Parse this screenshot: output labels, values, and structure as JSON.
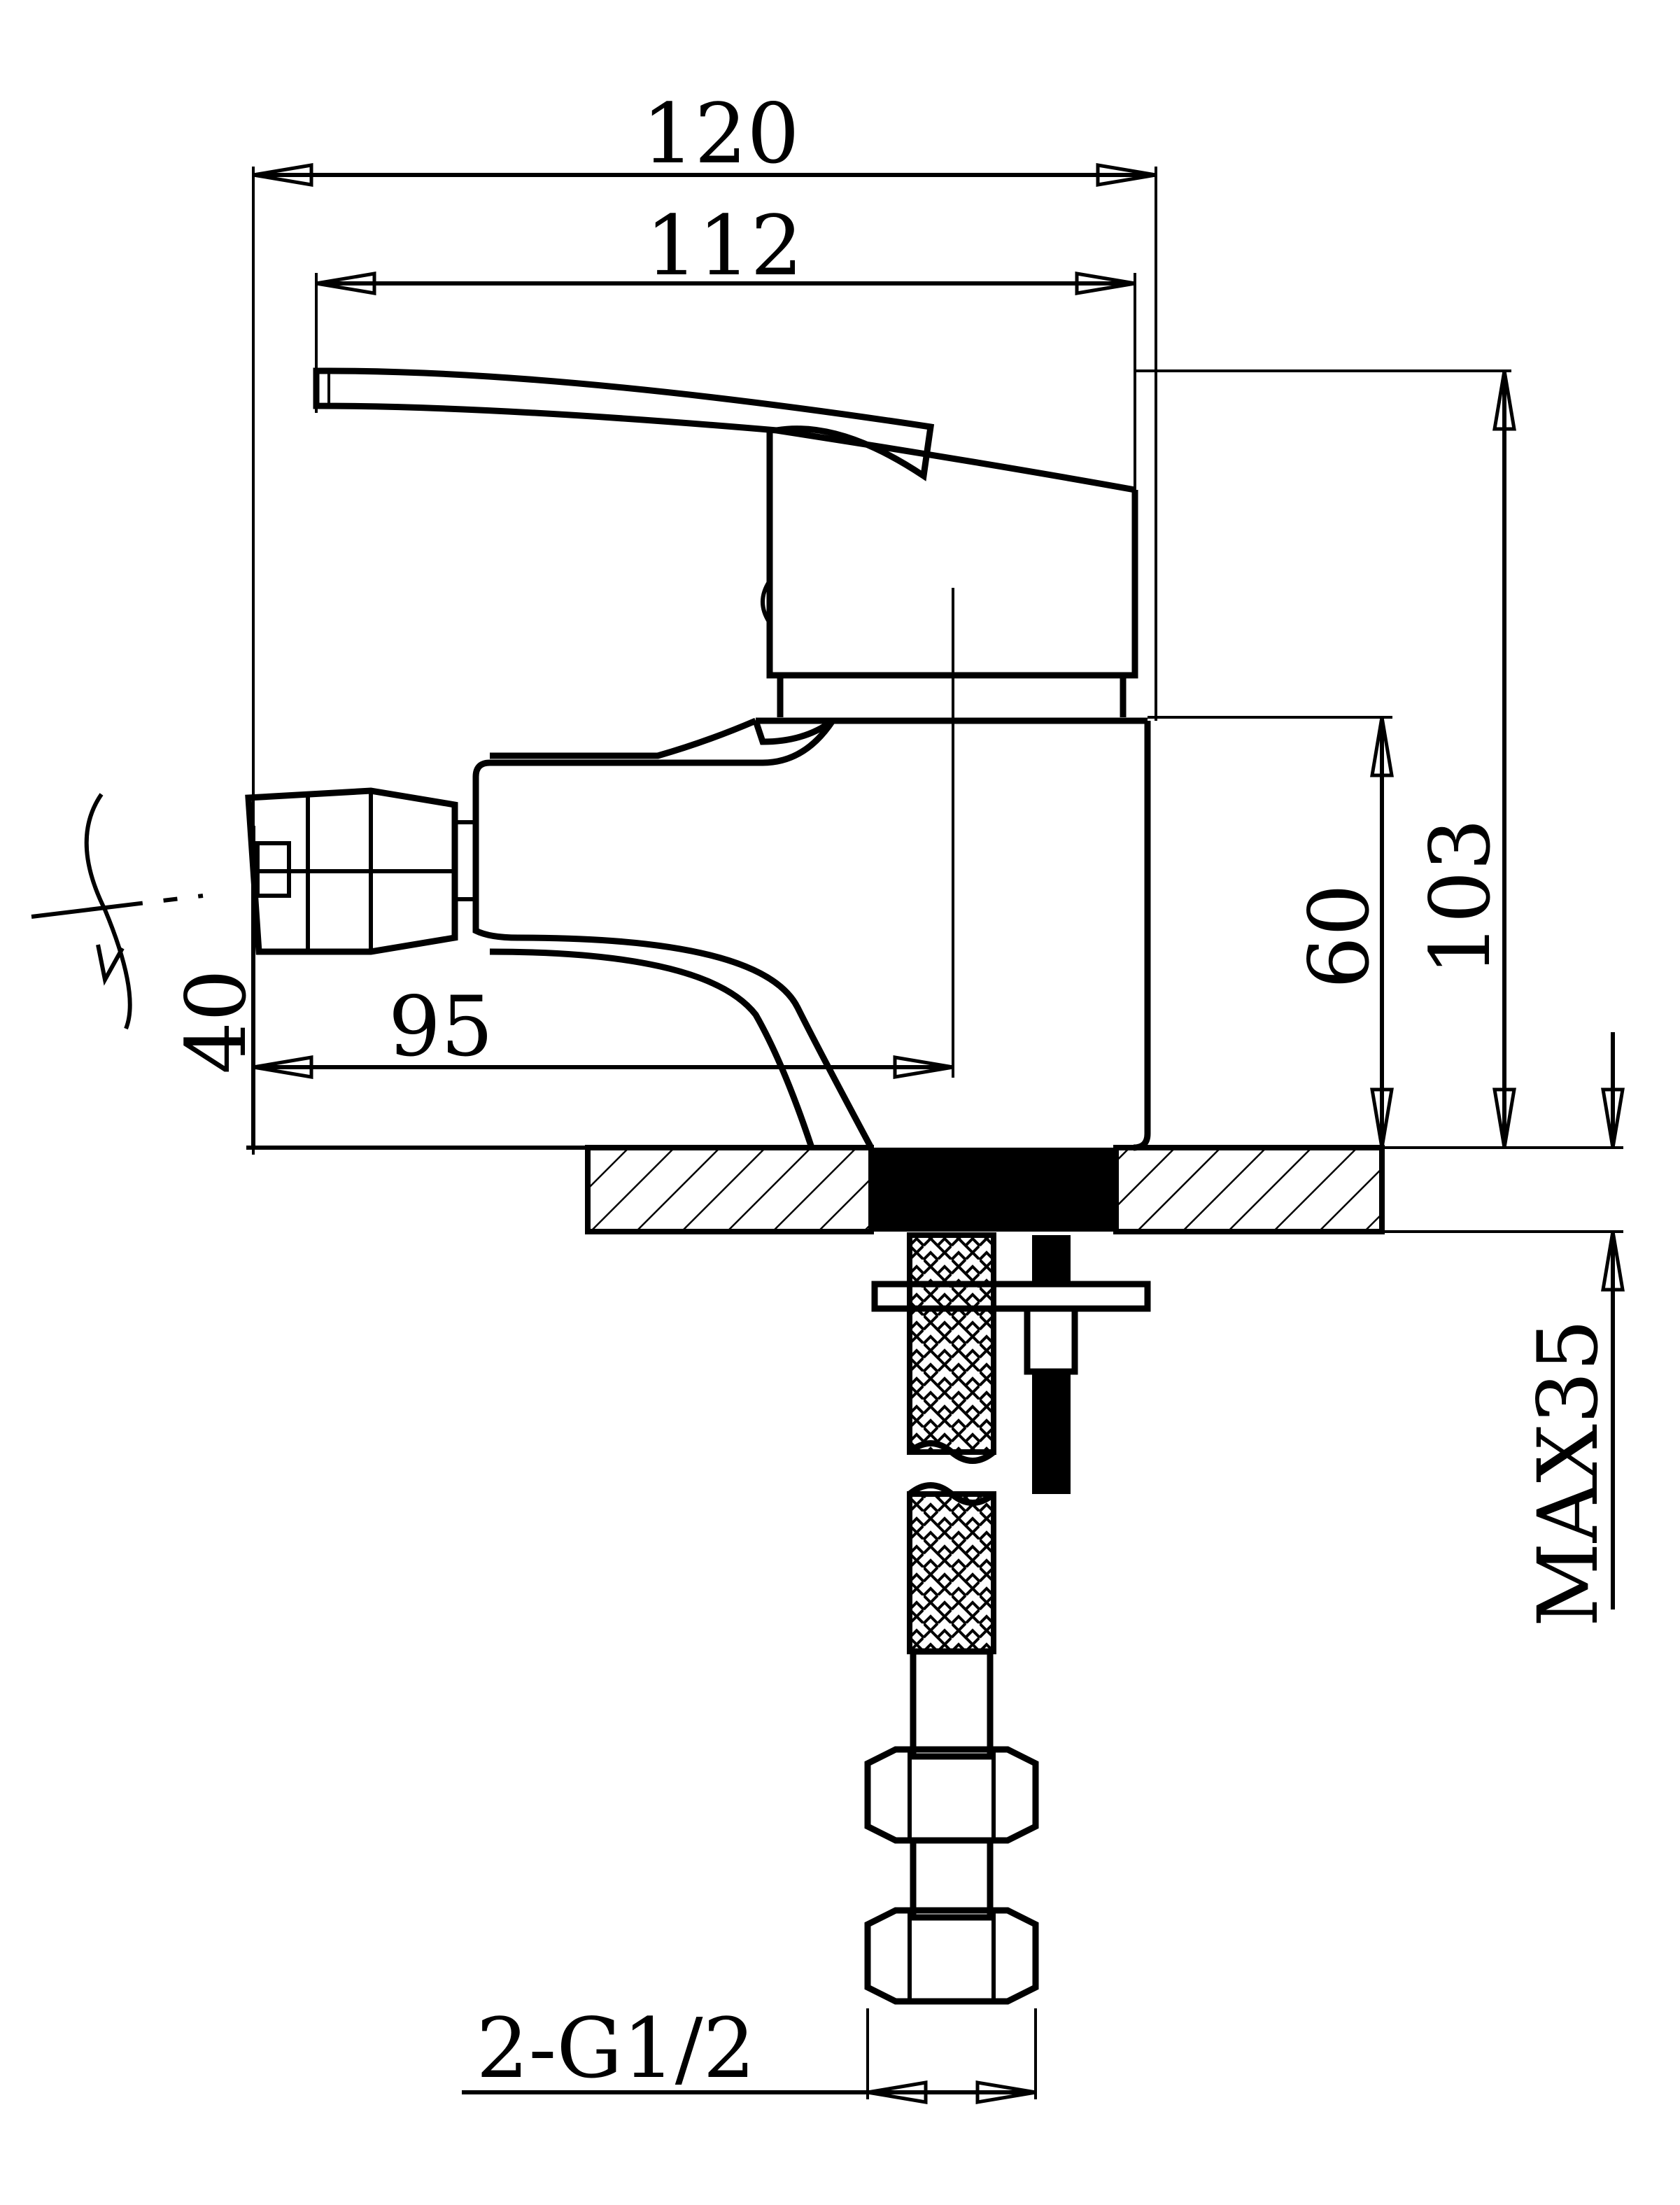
{
  "dimensions": {
    "overall_width": "120",
    "handle_width": "112",
    "total_height": "103",
    "body_height": "60",
    "spout_height": "40",
    "spout_reach": "95",
    "max_deck_thickness": "MAX35",
    "connection_thread": "2-G1/2"
  },
  "colors": {
    "line": "#000000",
    "background": "#ffffff"
  }
}
